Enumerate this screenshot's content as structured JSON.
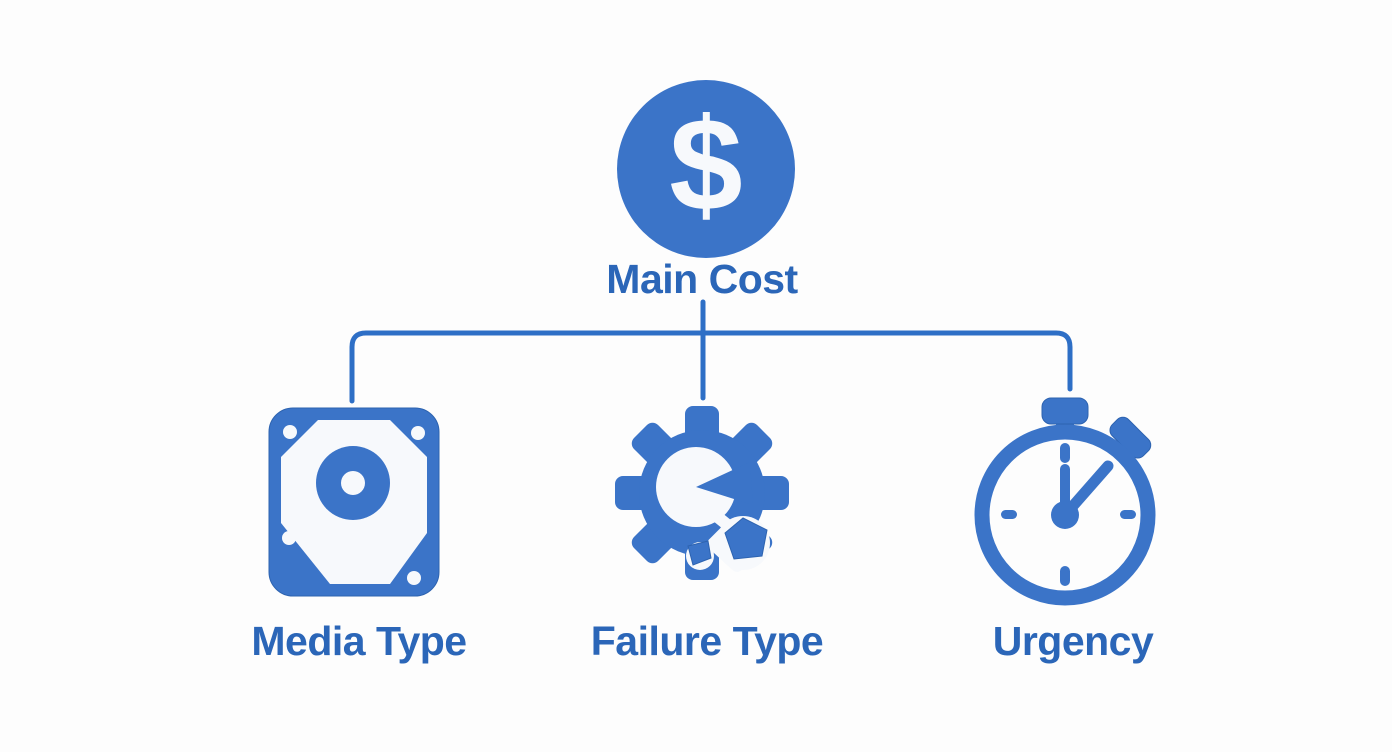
{
  "canvas": {
    "background": "#fdfdfd"
  },
  "palette": {
    "icon_blue": "#3b74c8",
    "text_blue": "#2b66b8",
    "line_blue": "#2e6fc6",
    "icon_white": "#f7f9fc"
  },
  "diagram": {
    "type": "tree",
    "root": {
      "label": "Main Cost",
      "symbol": "$",
      "icon": "dollar-circle-icon"
    },
    "children": [
      {
        "label": "Media Type",
        "icon": "hard-drive-icon"
      },
      {
        "label": "Failure Type",
        "icon": "broken-gear-icon"
      },
      {
        "label": "Urgency",
        "icon": "stopwatch-icon"
      }
    ]
  }
}
